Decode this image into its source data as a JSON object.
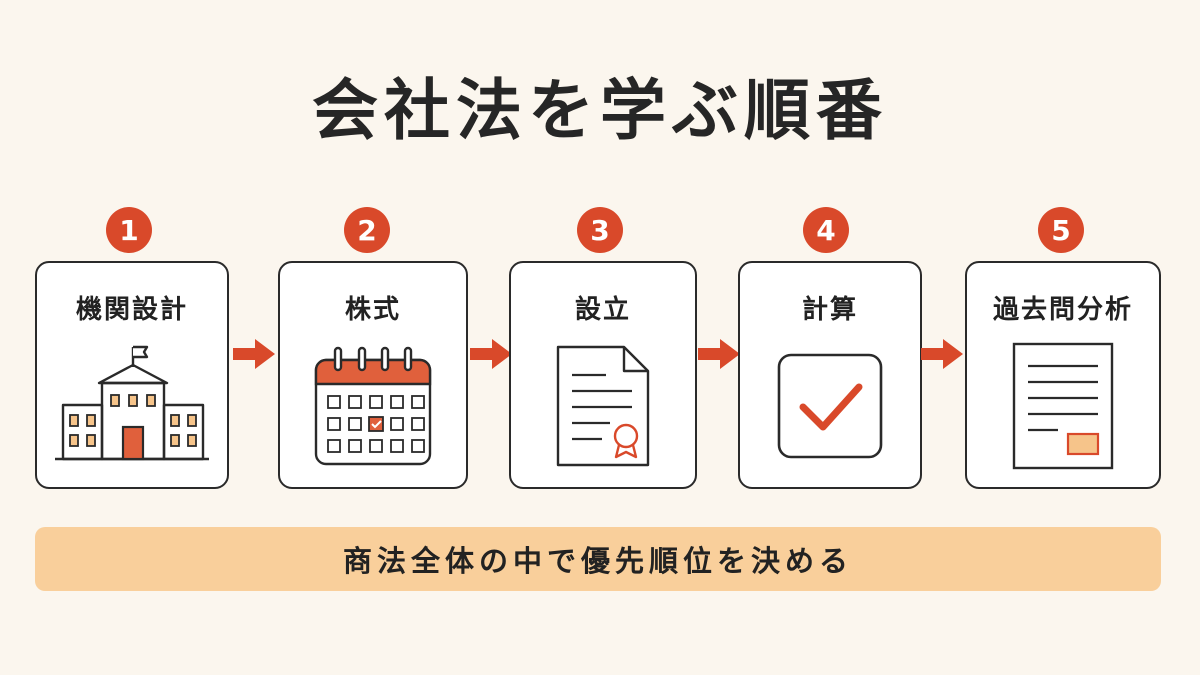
{
  "title": "会社法を学ぶ順番",
  "steps": [
    {
      "number": "1",
      "label": "機関設計",
      "icon": "school-building-icon"
    },
    {
      "number": "2",
      "label": "株式",
      "icon": "calendar-icon"
    },
    {
      "number": "3",
      "label": "設立",
      "icon": "certificate-document-icon"
    },
    {
      "number": "4",
      "label": "計算",
      "icon": "checkbox-icon"
    },
    {
      "number": "5",
      "label": "過去問分析",
      "icon": "document-lines-icon"
    }
  ],
  "footer": "商法全体の中で優先順位を決める",
  "colors": {
    "accent": "#d9492a",
    "background": "#fbf6ee",
    "bar": "#f9cf9b",
    "stroke": "#2a2a2a"
  }
}
